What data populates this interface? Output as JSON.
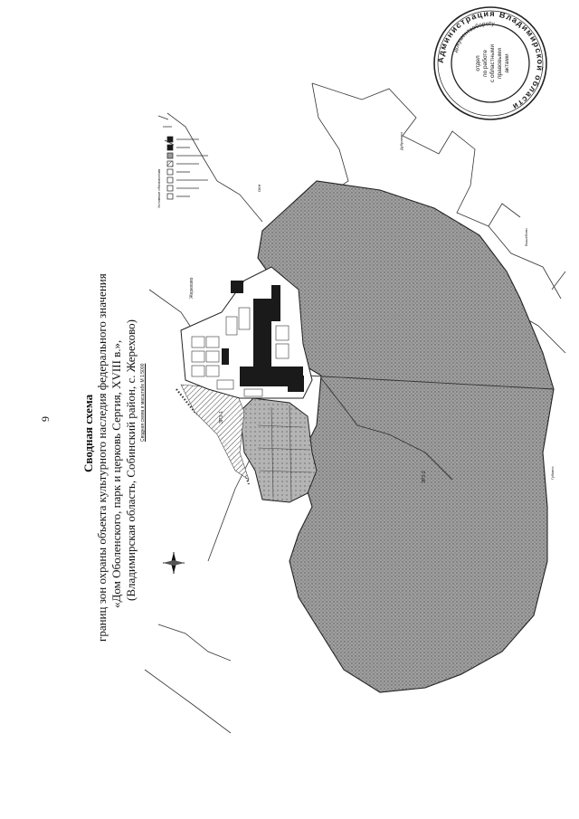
{
  "page_number": "9",
  "title": {
    "line1": "Сводная схема",
    "line2": "границ зон охраны объекта культурного наследия федерального значения",
    "line3": "«Дом Оболенского, парк и церковь Сергия, XVIII в.»,",
    "line4": "(Владимирская область, Собинский район, с. Жерехово)"
  },
  "scale_note": "Сводная схема в масштабе М 1:5000",
  "map_labels": {
    "village": "Жерехово",
    "zone_small": "ЗРЗ-1",
    "zone_big": "ЗРЗ-2",
    "neighbor_right_top": "Дубравино",
    "neighbor_right_mid": "Вышебово",
    "neighbor_bottom": "Губкино"
  },
  "legend": {
    "title": "Условные обозначения",
    "items": [
      {
        "name": "legend-item-1",
        "style": "empty"
      },
      {
        "name": "legend-item-2",
        "style": "empty"
      },
      {
        "name": "legend-item-3",
        "style": "empty"
      },
      {
        "name": "legend-item-4",
        "style": "empty"
      },
      {
        "name": "legend-item-5",
        "style": "hatch"
      },
      {
        "name": "legend-item-6",
        "style": "grey"
      },
      {
        "name": "legend-item-7",
        "style": "dark"
      },
      {
        "name": "legend-item-8",
        "style": "dark"
      }
    ],
    "extra_mark": "ОКН"
  },
  "stamp": {
    "outer_text": "Администрация Владимирской области",
    "inner_lines": [
      "отдел",
      "по работе",
      "с областными",
      "правовыми",
      "актами"
    ],
    "arc_text": "документообороту"
  },
  "colors": {
    "zone_fill": "#8c8c8c",
    "zone_small_fill": "#a8a8a8",
    "stroke": "#222222",
    "stamp": "#222222"
  }
}
